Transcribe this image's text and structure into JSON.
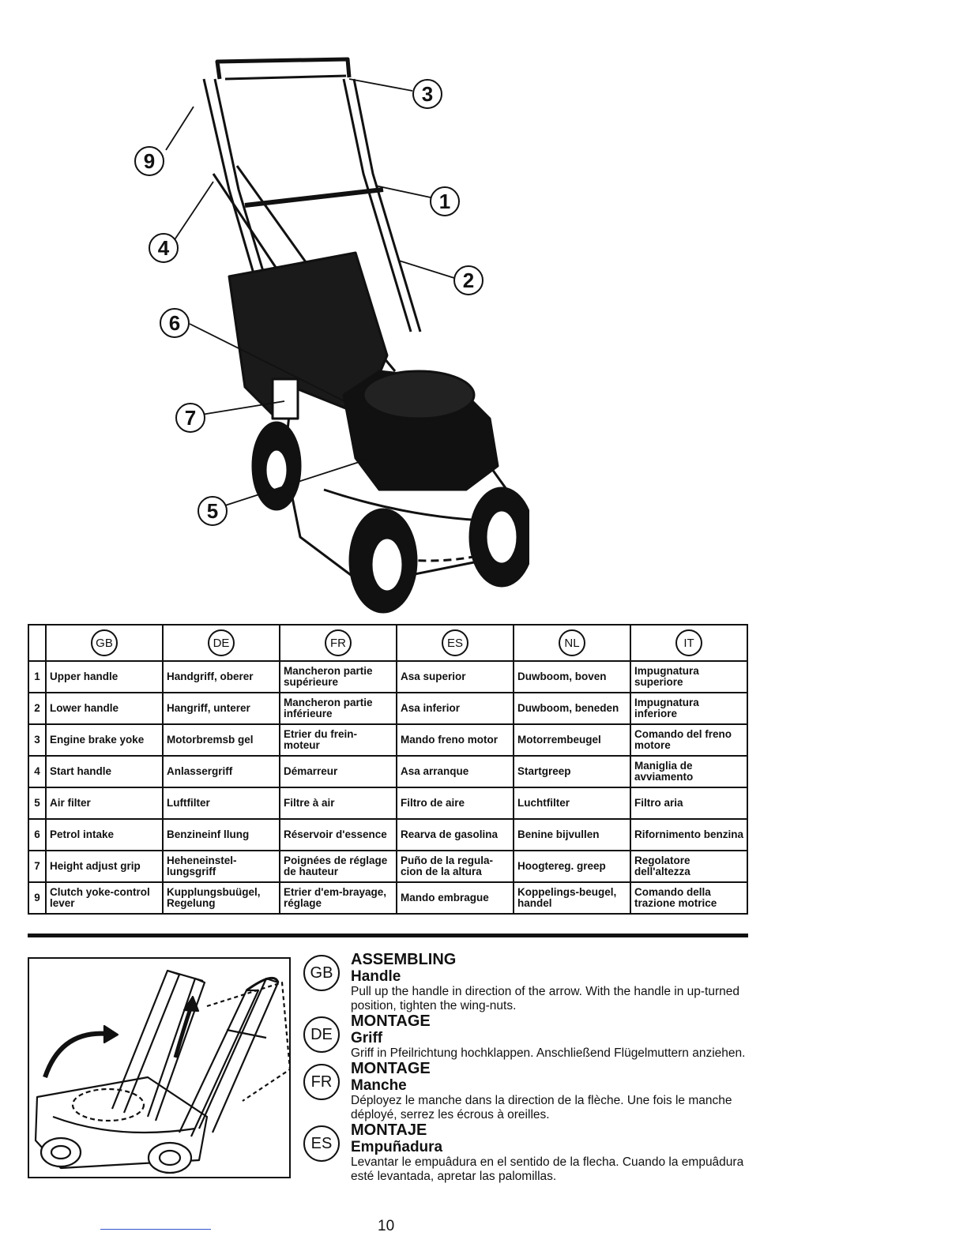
{
  "callouts": [
    "3",
    "9",
    "1",
    "4",
    "2",
    "6",
    "7",
    "5"
  ],
  "table": {
    "languages": [
      "GB",
      "DE",
      "FR",
      "ES",
      "NL",
      "IT"
    ],
    "rows": [
      {
        "num": "1",
        "cells": [
          "Upper handle",
          "Handgriff, oberer",
          "Mancheron partie supérieure",
          "Asa superior",
          "Duwboom, boven",
          "Impugnatura superiore"
        ]
      },
      {
        "num": "2",
        "cells": [
          "Lower handle",
          "Hangriff, unterer",
          "Mancheron partie inférieure",
          "Asa inferior",
          "Duwboom, beneden",
          "Impugnatura inferiore"
        ]
      },
      {
        "num": "3",
        "cells": [
          "Engine brake yoke",
          "Motorbremsb gel",
          "Etrier du frein-moteur",
          "Mando freno motor",
          "Motorrembeugel",
          "Comando del freno motore"
        ]
      },
      {
        "num": "4",
        "cells": [
          "Start handle",
          "Anlassergriff",
          "Démarreur",
          "Asa arranque",
          "Startgreep",
          "Maniglia de avviamento"
        ]
      },
      {
        "num": "5",
        "cells": [
          "Air filter",
          "Luftfilter",
          "Filtre à air",
          "Filtro de aire",
          "Luchtfilter",
          "Filtro aria"
        ]
      },
      {
        "num": "6",
        "cells": [
          "Petrol intake",
          "Benzineinf llung",
          "Réservoir d'essence",
          "Rearva de gasolina",
          "Benine bijvullen",
          "Rifornimento benzina"
        ]
      },
      {
        "num": "7",
        "cells": [
          "Height adjust grip",
          "Heheneinstel-lungsgriff",
          "Poignées de réglage de hauteur",
          "Puño de la regula-cion de la altura",
          "Hoogtereg. greep",
          "Regolatore dell'altezza"
        ]
      },
      {
        "num": "9",
        "cells": [
          "Clutch yoke-control lever",
          "Kupplungsbuügel, Regelung",
          "Etrier d'em-brayage, réglage",
          "Mando embrague",
          "Koppelings-beugel, handel",
          "Comando della trazione motrice"
        ]
      }
    ]
  },
  "instructions": [
    {
      "lang": "GB",
      "heading": "ASSEMBLING",
      "subheading": "Handle",
      "text": "Pull up the handle in direction of the arrow. With the handle in up-turned position, tighten the wing-nuts."
    },
    {
      "lang": "DE",
      "heading": "MONTAGE",
      "subheading": "Griff",
      "text": "Griff in Pfeilrichtung hochklappen. Anschließend Flügelmuttern anziehen."
    },
    {
      "lang": "FR",
      "heading": "MONTAGE",
      "subheading": "Manche",
      "text": "Déployez le manche dans la direction de la flèche. Une fois le manche déployé, serrez les écrous à oreilles."
    },
    {
      "lang": "ES",
      "heading": "MONTAJE",
      "subheading": "Empuñadura",
      "text": "Levantar le empuâdura en el sentido de la flecha. Cuando la empuâdura esté levantada, apretar las palomillas."
    }
  ],
  "page_number": "10"
}
